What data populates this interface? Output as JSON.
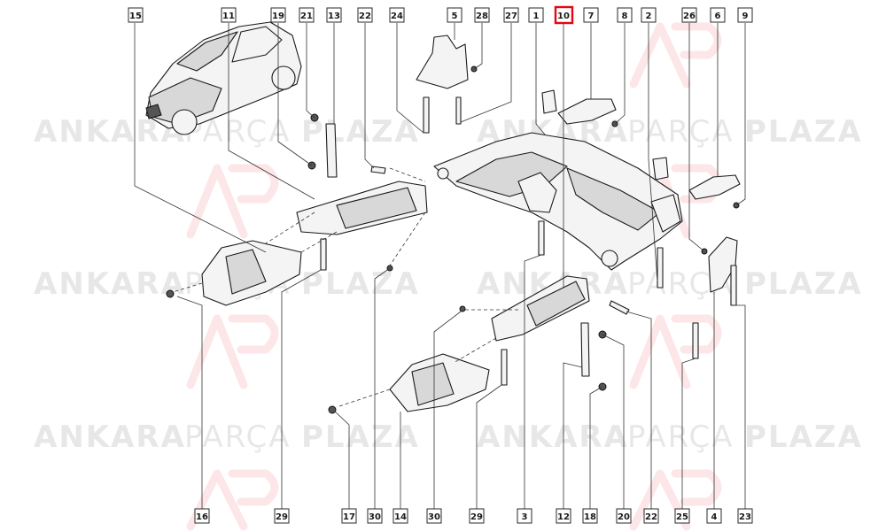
{
  "watermark": {
    "word1": "ANKARA",
    "word2": "PARÇA",
    "word3": "PLAZA"
  },
  "highlight_color": "#e30613",
  "labels_top": [
    "15",
    "11",
    "19",
    "21",
    "13",
    "22",
    "24",
    "5",
    "28",
    "27",
    "1",
    "10",
    "7",
    "8",
    "2",
    "26",
    "6",
    "9"
  ],
  "labels_bottom": [
    "16",
    "29",
    "17",
    "30",
    "14",
    "30",
    "29",
    "3",
    "12",
    "18",
    "20",
    "22",
    "25",
    "4",
    "23"
  ],
  "highlighted_label": "10"
}
